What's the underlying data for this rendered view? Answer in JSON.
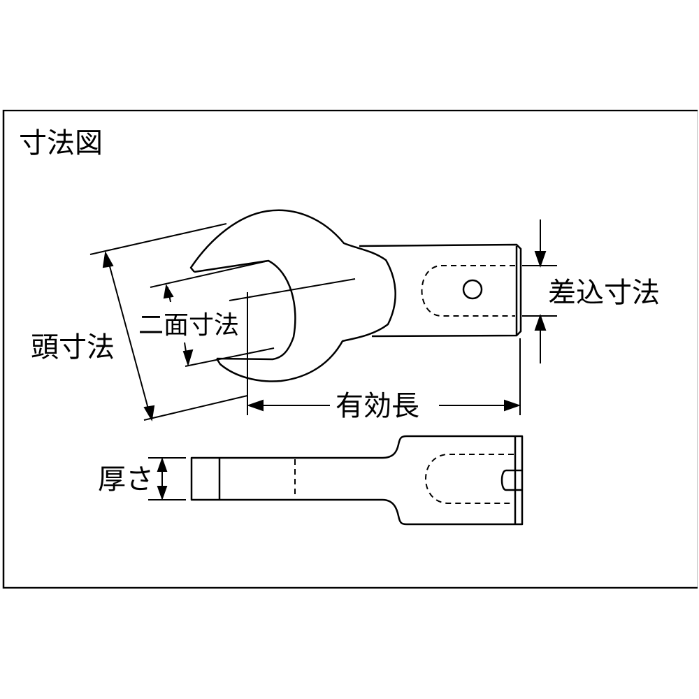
{
  "title": "寸法図",
  "labels": {
    "head_size": "頭寸法",
    "width_across_flats": "二面寸法",
    "insert_size": "差込寸法",
    "effective_length": "有効長",
    "thickness": "厚さ"
  }
}
